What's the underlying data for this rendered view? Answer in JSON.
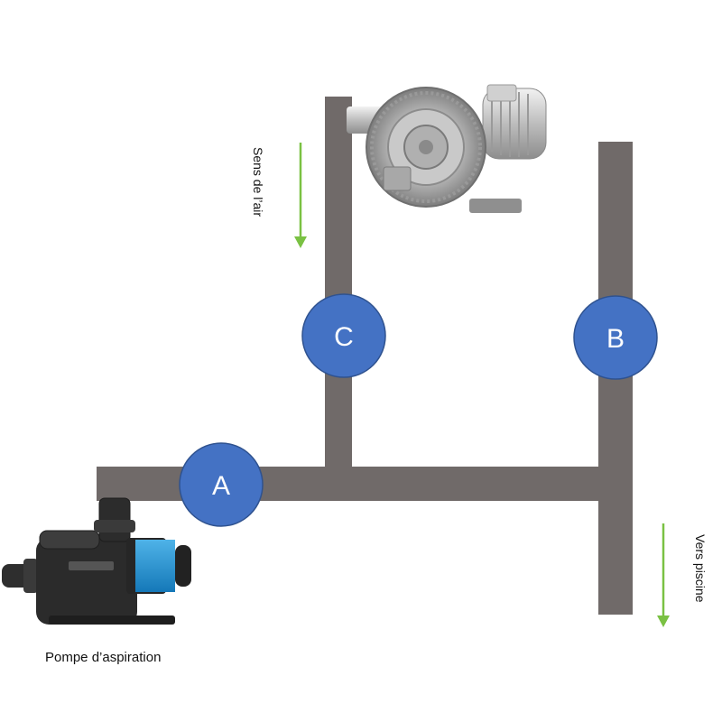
{
  "labels": {
    "pump": "Pompe d’aspiration",
    "air_direction": "Sens de l’air",
    "to_pool": "Vers piscine"
  },
  "nodes": {
    "a": "A",
    "b": "B",
    "c": "C"
  },
  "colors": {
    "pipe": "#706a69",
    "node_fill": "#4472c4",
    "node_stroke": "#2f528f",
    "arrow": "#7ac143"
  },
  "icons": [
    "blower-icon",
    "pool-pump-icon",
    "down-arrow-icon"
  ]
}
